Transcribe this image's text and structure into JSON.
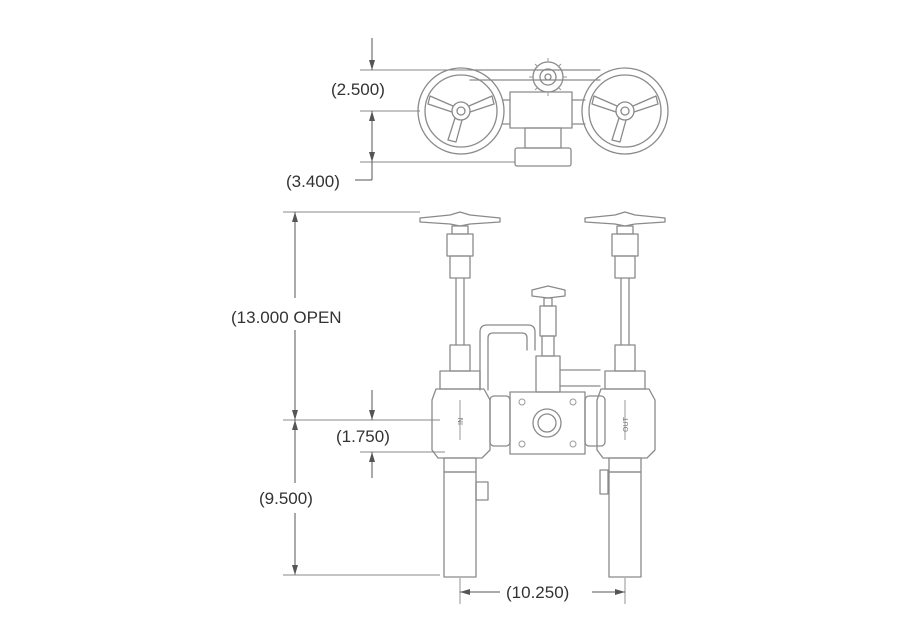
{
  "dimensions": {
    "top_view_upper": "(2.500)",
    "top_view_lower": "(3.400)",
    "overall_height": "(13.000 OPEN",
    "center_offset": "(1.750)",
    "lower_height": "(9.500)",
    "overall_width": "(10.250)"
  },
  "body_markings": {
    "left_valve": "IN",
    "right_valve": "OUT"
  }
}
